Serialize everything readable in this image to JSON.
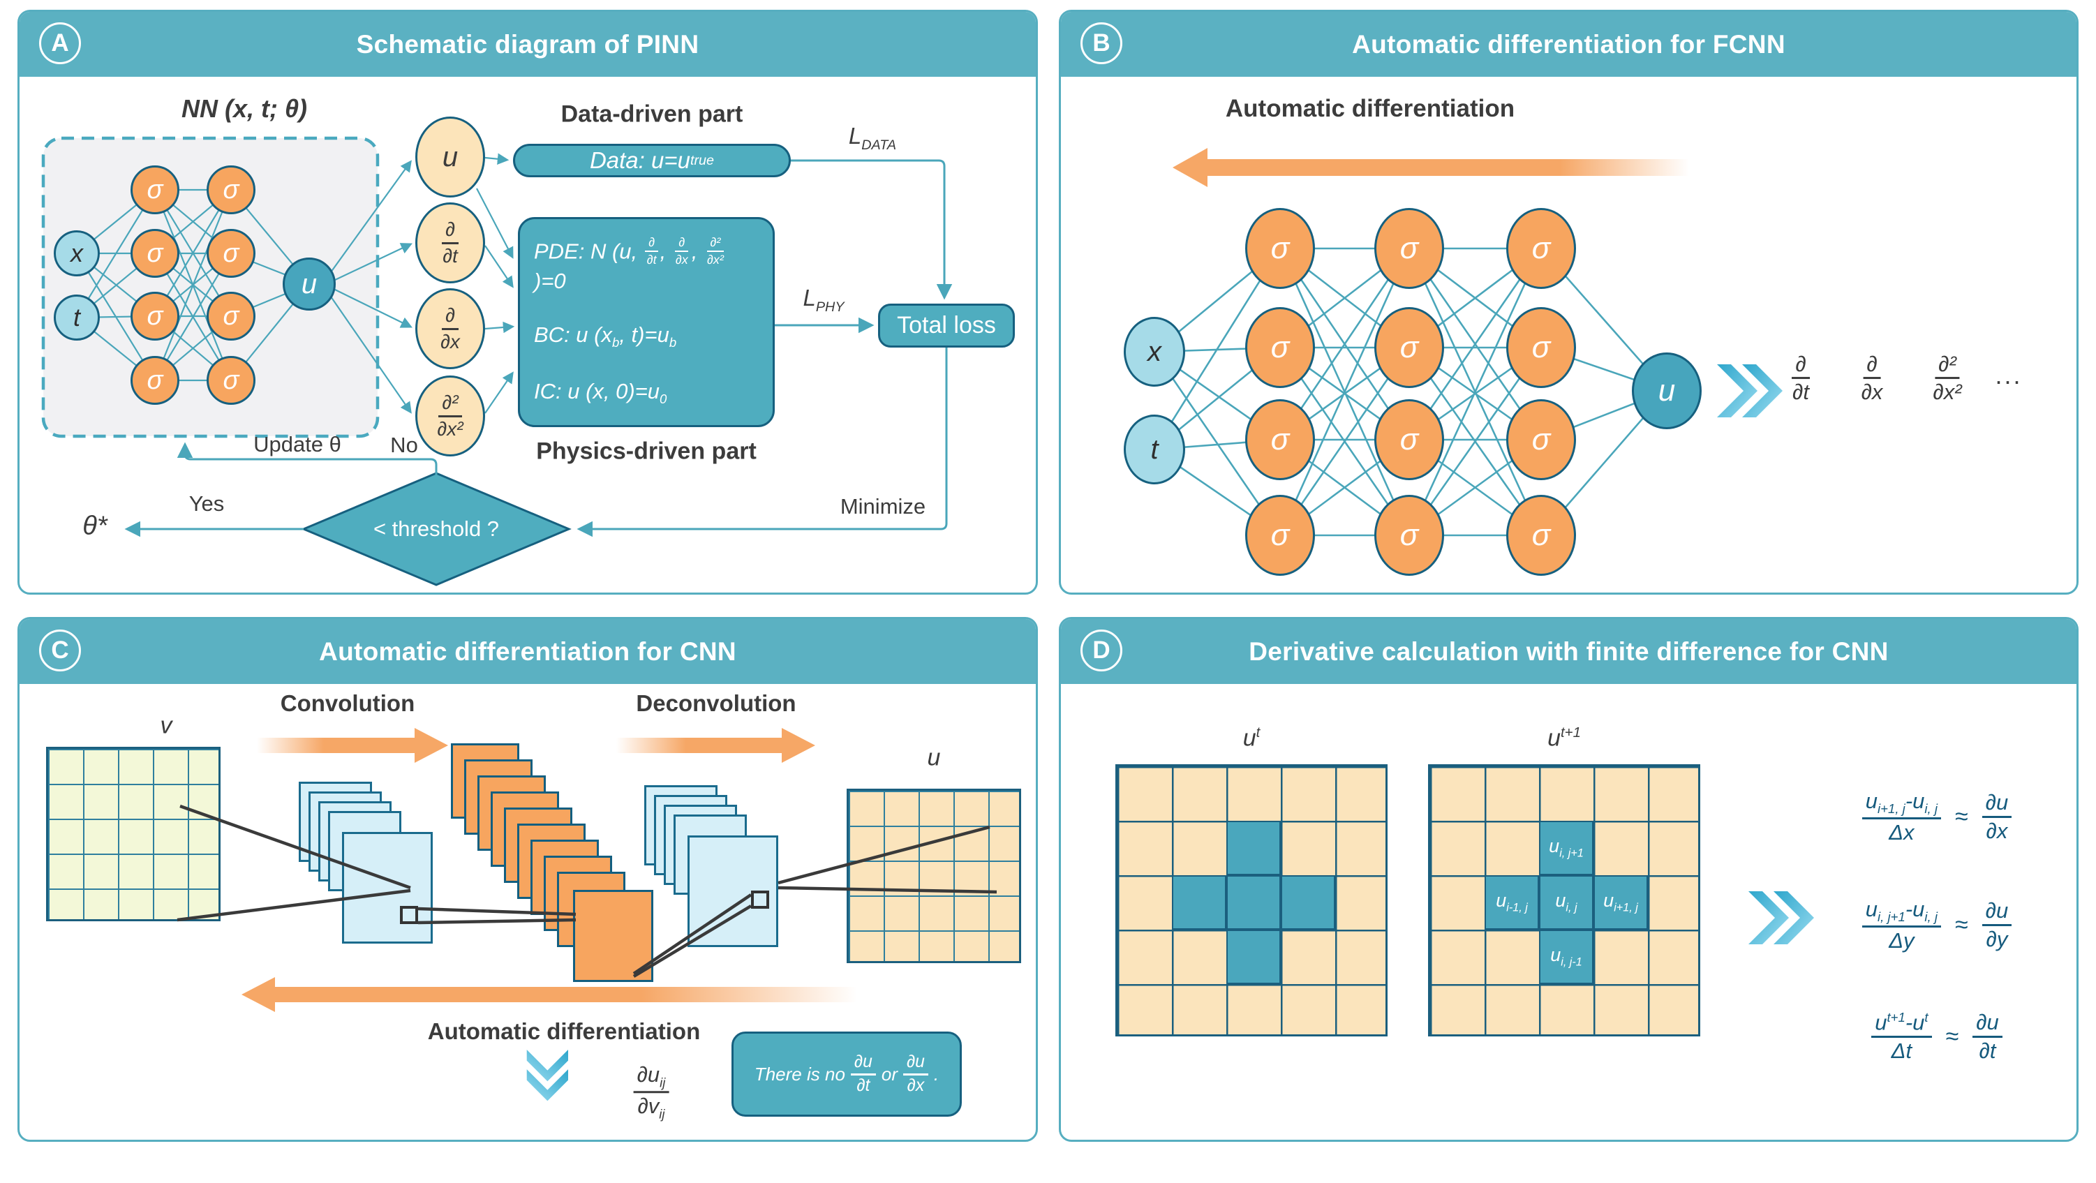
{
  "colors": {
    "header_teal": "#5bb1c2",
    "box_teal": "#4fadbf",
    "node_teal": "#47a5bd",
    "node_orange": "#f7a55f",
    "node_blue": "#a6dbe8",
    "node_tan": "#fce4ba",
    "dark_stroke": "#16607f",
    "line_teal": "#4aa6ba",
    "arrow_orange": "#f6a766",
    "formula_blue": "#155a7d",
    "grid_green": "#f3f8d8",
    "grid_cream": "#fbe4bc",
    "sheet_cyan": "#d6eff8",
    "text_dark": "#3c3c3c"
  },
  "panels": {
    "a": {
      "badge": "A",
      "title": "Schematic diagram of PINN",
      "nn_label": "NN (x, t; θ)",
      "input_x": "x",
      "input_t": "t",
      "sigma": "σ",
      "output": "u",
      "tap_u": "u",
      "tap_dt": {
        "n": "∂",
        "d": "∂t"
      },
      "tap_dx": {
        "n": "∂",
        "d": "∂x"
      },
      "tap_dx2": {
        "n": "∂²",
        "d": "∂x²"
      },
      "data_part": "Data-driven part",
      "pill": {
        "main": "Data: u=u",
        "sub": "true"
      },
      "pde": {
        "prefix": "PDE: N (u,",
        "f1n": "∂",
        "f1d": "∂t",
        "c1": ",",
        "f2n": "∂",
        "f2d": "∂x",
        "c2": ",",
        "f3n": "∂²",
        "f3d": "∂x²",
        "suffix": ")=0"
      },
      "bc": {
        "p1": "BC: u (x",
        "s1": "b",
        "p2": ", t)=u",
        "s2": "b"
      },
      "ic": {
        "p1": "IC: u (x, 0)=u",
        "s1": "0"
      },
      "physics_part": "Physics-driven part",
      "l_data": {
        "main": "L",
        "sub": "DATA"
      },
      "l_phy": {
        "main": "L",
        "sub": "PHY"
      },
      "total_loss": "Total loss",
      "minimize": "Minimize",
      "update_theta": "Update θ",
      "no": "No",
      "yes": "Yes",
      "theta_star": "θ*",
      "threshold": "< threshold ?"
    },
    "b": {
      "badge": "B",
      "title": "Automatic differentiation for FCNN",
      "heading": "Automatic differentiation",
      "input_x": "x",
      "input_t": "t",
      "sigma": "σ",
      "output": "u",
      "d1": {
        "n": "∂",
        "d": "∂t"
      },
      "d2": {
        "n": "∂",
        "d": "∂x"
      },
      "d3": {
        "n": "∂²",
        "d": "∂x²"
      },
      "dots": "..."
    },
    "c": {
      "badge": "C",
      "title": "Automatic differentiation for CNN",
      "convolution": "Convolution",
      "deconvolution": "Deconvolution",
      "v_label": "v",
      "u_label": "u",
      "auto_diff": "Automatic differentiation",
      "frac": {
        "nm": "∂u",
        "ns": "ij",
        "dm": "∂v",
        "ds": "ij"
      },
      "note": {
        "p1": "There is no",
        "f1n": "∂u",
        "f1d": "∂t",
        "p2": "or",
        "f2n": "∂u",
        "f2d": "∂x",
        "p3": "."
      }
    },
    "d": {
      "badge": "D",
      "title": "Derivative calculation with finite difference for CNN",
      "g1": {
        "m": "u",
        "sup": "t"
      },
      "g2": {
        "m": "u",
        "sup": "t+1"
      },
      "cells": {
        "top": {
          "m": "u",
          "s": "i, j+1"
        },
        "left": {
          "m": "u",
          "s": "i-1, j"
        },
        "center": {
          "m": "u",
          "s": "i, j"
        },
        "right": {
          "m": "u",
          "s": "i+1, j"
        },
        "bottom": {
          "m": "u",
          "s": "i, j-1"
        }
      },
      "formulas": [
        {
          "na": "u",
          "nas": "i+1, j",
          "minus": "-",
          "nb": "u",
          "nbs": "i, j",
          "den": "Δx",
          "approx": "≈",
          "rn": "∂u",
          "rd": "∂x"
        },
        {
          "na": "u",
          "nas": "i, j+1",
          "minus": "-",
          "nb": "u",
          "nbs": "i, j",
          "den": "Δy",
          "approx": "≈",
          "rn": "∂u",
          "rd": "∂y"
        },
        {
          "na": "u",
          "nasup": "t+1",
          "minus": "-",
          "nb": "u",
          "nbsup": "t",
          "den": "Δt",
          "approx": "≈",
          "rn": "∂u",
          "rd": "∂t"
        }
      ]
    }
  }
}
